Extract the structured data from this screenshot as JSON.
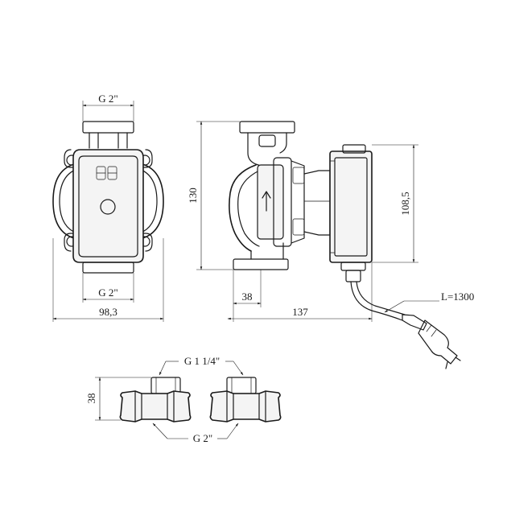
{
  "drawing": {
    "front_view": {
      "top_thread": "G 2\"",
      "bottom_thread": "G 2\"",
      "width": "98,3"
    },
    "side_view": {
      "height": "130",
      "motor_height": "108,5",
      "port_offset": "38",
      "length": "137",
      "cable_length": "L=1300"
    },
    "fittings": {
      "top_thread": "G 1 1/4\"",
      "bottom_thread": "G 2\"",
      "height": "38"
    }
  }
}
